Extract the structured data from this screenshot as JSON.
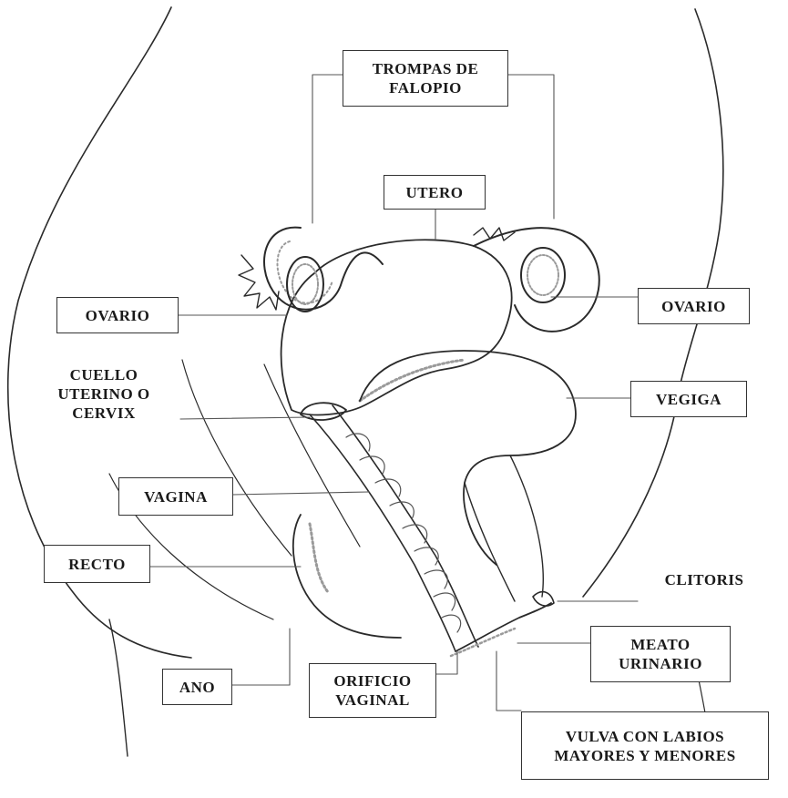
{
  "labels": {
    "trompas": "TROMPAS DE\nFALOPIO",
    "utero": "UTERO",
    "ovario_left": "OVARIO",
    "ovario_right": "OVARIO",
    "cervix": "CUELLO\nUTERINO O\nCERVIX",
    "vegiga": "VEGIGA",
    "vagina": "VAGINA",
    "recto": "RECTO",
    "clitoris": "CLITORIS",
    "meato": "MEATO\nURINARIO",
    "ano": "ANO",
    "orificio": "ORIFICIO\nVAGINAL",
    "vulva": "VULVA CON LABIOS\nMAYORES Y MENORES"
  },
  "colors": {
    "ink": "#2a2a2a",
    "shade": "#9a9a9a",
    "paper": "#ffffff"
  }
}
